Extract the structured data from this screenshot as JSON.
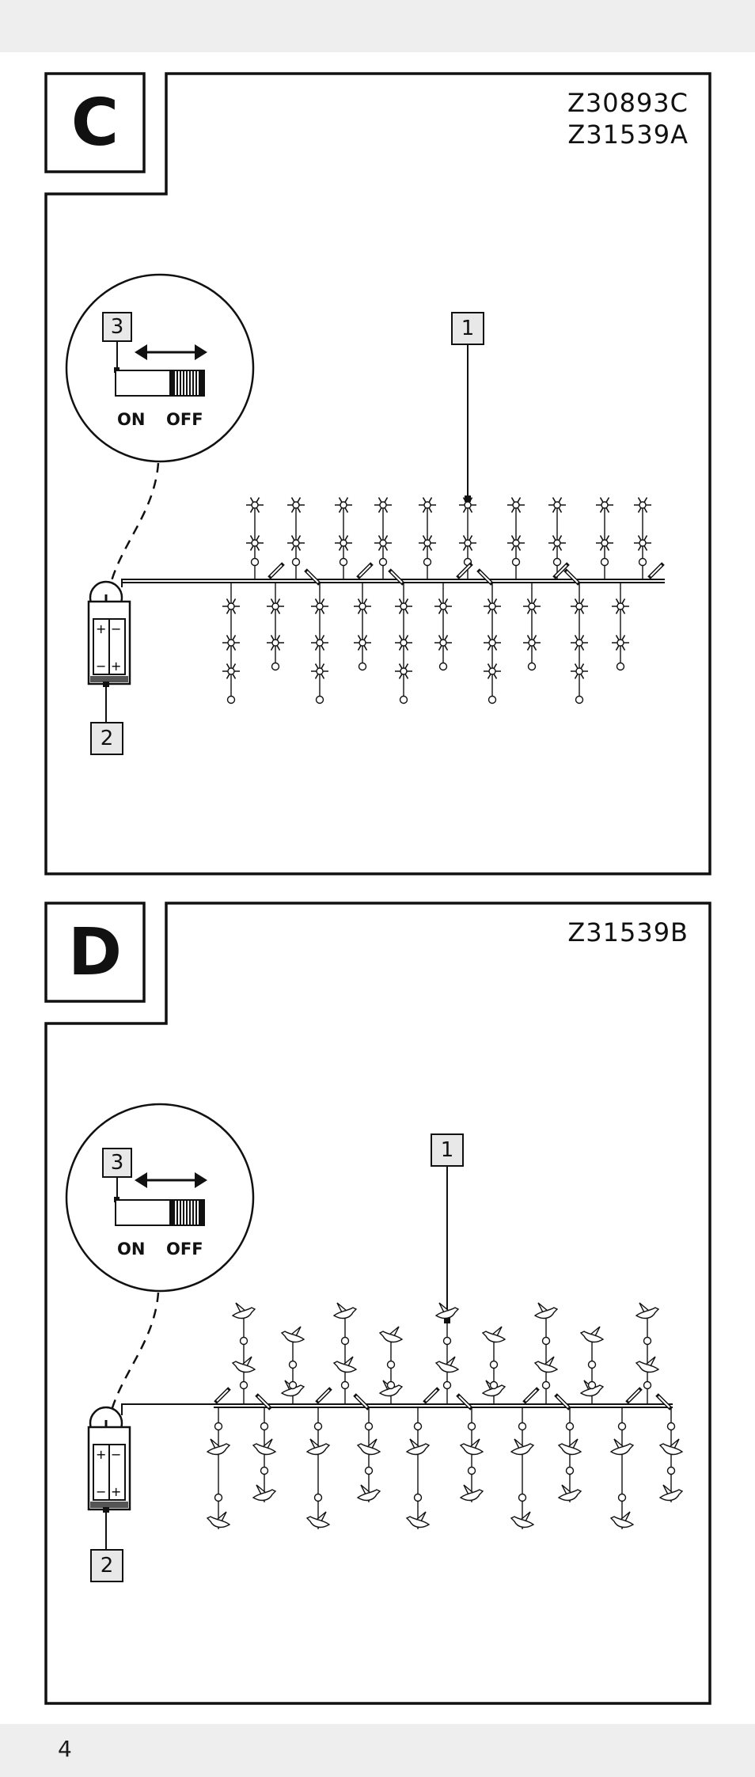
{
  "page_number": "4",
  "panels": [
    {
      "letter": "C",
      "models": [
        "Z30893C",
        "Z31539A"
      ],
      "callouts": {
        "string": "1",
        "battery": "2",
        "switch": "3"
      },
      "switch_on": "ON",
      "switch_off": "OFF",
      "ornament": "snowflake-icon"
    },
    {
      "letter": "D",
      "models": [
        "Z31539B"
      ],
      "callouts": {
        "string": "1",
        "battery": "2",
        "switch": "3"
      },
      "switch_on": "ON",
      "switch_off": "OFF",
      "ornament": "bird-icon"
    }
  ],
  "colors": {
    "ink": "#111111",
    "band": "#eeeeee"
  }
}
